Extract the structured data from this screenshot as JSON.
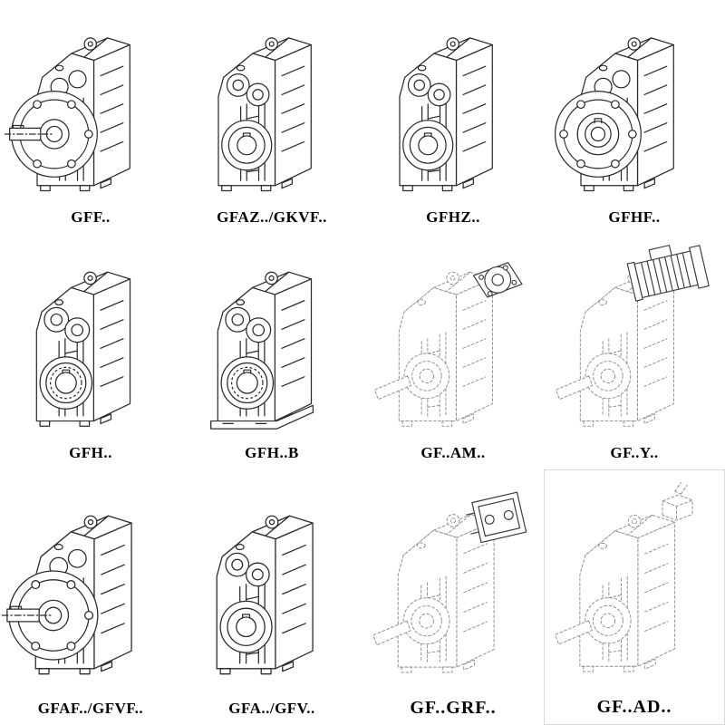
{
  "page": {
    "background": "#ffffff",
    "ink_color": "#2b2b2b",
    "ghost_line_color": "#8f8f8f"
  },
  "catalog": {
    "items": [
      {
        "label": "GFF..",
        "drawing": "flange-mounted-gear-unit-with-output-shaft",
        "line_style": "solid"
      },
      {
        "label": "GFAZ../GKVF..",
        "drawing": "hollow-shaft-gear-unit",
        "line_style": "solid"
      },
      {
        "label": "GFHZ..",
        "drawing": "hollow-shaft-shrink-disc-gear-unit",
        "line_style": "solid"
      },
      {
        "label": "GFHF..",
        "drawing": "flange-mounted-hollow-shaft-gear-unit",
        "line_style": "solid"
      },
      {
        "label": "GFH..",
        "drawing": "hollow-shaft-gear-unit-bearing-view",
        "line_style": "solid"
      },
      {
        "label": "GFH..B",
        "drawing": "foot-mounted-hollow-shaft-gear-unit",
        "line_style": "solid"
      },
      {
        "label": "GF..AM..",
        "drawing": "gear-unit-with-input-adapter-flange",
        "line_style": "dashed"
      },
      {
        "label": "GF..Y..",
        "drawing": "gear-unit-with-motor",
        "line_style": "dashed"
      },
      {
        "label": "GFAF../GFVF..",
        "drawing": "flange-mounted-gear-unit-with-output-shaft",
        "line_style": "solid"
      },
      {
        "label": "GFA../GFV..",
        "drawing": "hollow-shaft-gear-unit",
        "line_style": "solid"
      },
      {
        "label": "GF..GRF..",
        "drawing": "gear-unit-with-mounting-flange-unit",
        "line_style": "dashed"
      },
      {
        "label": "GF..AD..",
        "drawing": "gear-unit-with-input-shaft-assembly",
        "line_style": "dashed"
      }
    ]
  }
}
